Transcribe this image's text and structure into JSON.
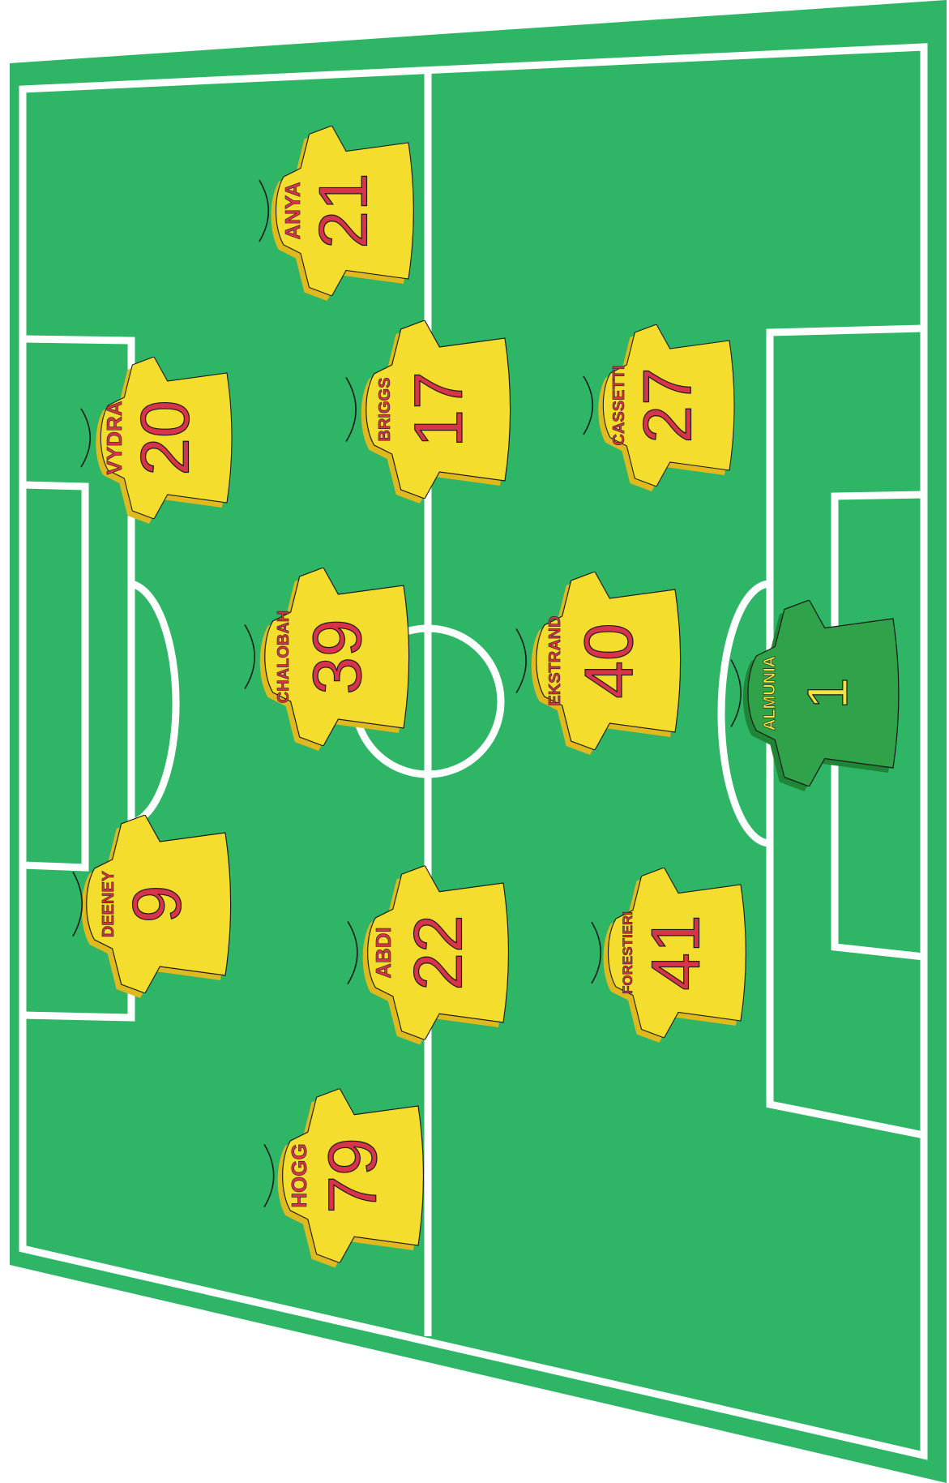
{
  "colors": {
    "pitch": "#2eb565",
    "pitch_edge": "#24a055",
    "lines": "#ffffff",
    "outfield_shirt": "#f5dd2e",
    "outfield_shadow": "#e0b91f",
    "outfield_text": "#d8334a",
    "keeper_shirt": "#2fa24a",
    "keeper_shadow": "#1f8637",
    "keeper_text": "#f2e43a",
    "outline": "#1a1a1a"
  },
  "players": [
    {
      "name": "ANYA",
      "number": "21",
      "role": "outfield"
    },
    {
      "name": "VYDRA",
      "number": "20",
      "role": "outfield"
    },
    {
      "name": "BRIGGS",
      "number": "17",
      "role": "outfield"
    },
    {
      "name": "CASSETTI",
      "number": "27",
      "role": "outfield"
    },
    {
      "name": "CHALOBAH",
      "number": "39",
      "role": "outfield"
    },
    {
      "name": "EKSTRAND",
      "number": "40",
      "role": "outfield"
    },
    {
      "name": "ALMUNIA",
      "number": "1",
      "role": "goalkeeper"
    },
    {
      "name": "DEENEY",
      "number": "9",
      "role": "outfield"
    },
    {
      "name": "ABDI",
      "number": "22",
      "role": "outfield"
    },
    {
      "name": "FORESTIERI",
      "number": "41",
      "role": "outfield"
    },
    {
      "name": "HOGG",
      "number": "79",
      "role": "outfield"
    }
  ]
}
